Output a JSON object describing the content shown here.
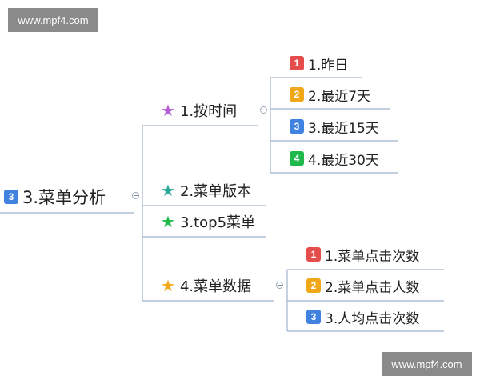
{
  "watermark": {
    "top": "www.mpf4.com",
    "bottom": "www.mpf4.com"
  },
  "colors": {
    "red": "#e54d4d",
    "orange": "#f0a818",
    "blue": "#3f82e0",
    "green": "#1fb84a",
    "purple": "#b55bd6",
    "teal": "#2aa79b",
    "gold": "#f0a818",
    "line": "#9fb3cc"
  },
  "root": {
    "badge": "3",
    "label": "3.菜单分析"
  },
  "branches": [
    {
      "icon": "star-icon",
      "label": "1.按时间",
      "children": [
        {
          "badge": "1",
          "label": "1.昨日"
        },
        {
          "badge": "2",
          "label": "2.最近7天"
        },
        {
          "badge": "3",
          "label": "3.最近15天"
        },
        {
          "badge": "4",
          "label": "4.最近30天"
        }
      ]
    },
    {
      "icon": "star-icon",
      "label": "2.菜单版本"
    },
    {
      "icon": "star-icon",
      "label": "3.top5菜单"
    },
    {
      "icon": "star-icon",
      "label": "4.菜单数据",
      "children": [
        {
          "badge": "1",
          "label": "1.菜单点击次数"
        },
        {
          "badge": "2",
          "label": "2.菜单点击人数"
        },
        {
          "badge": "3",
          "label": "3.人均点击次数"
        }
      ]
    }
  ]
}
